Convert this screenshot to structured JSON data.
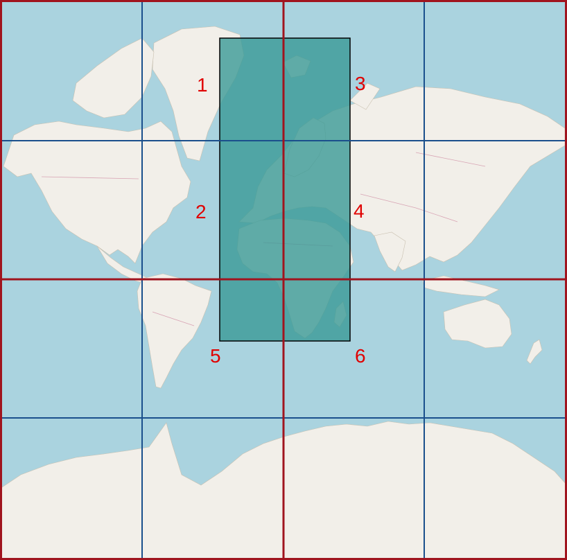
{
  "colors": {
    "ocean": "#aad3df",
    "land": "#f2efe9",
    "border": "#d8a4b4",
    "highlight_fill": "#3a9a96",
    "highlight_stroke": "#000000",
    "grid_fine": "#1a4f8c",
    "grid_coarse": "#a0141e",
    "label": "#e00000"
  },
  "labels": [
    "1",
    "3",
    "2",
    "4",
    "5",
    "6"
  ]
}
